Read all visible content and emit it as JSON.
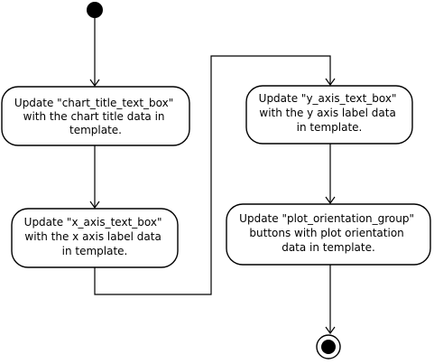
{
  "diagram": {
    "type": "activity",
    "colors": {
      "stroke": "#000000",
      "fill": "#ffffff",
      "text": "#000000"
    },
    "nodes": [
      {
        "id": "start",
        "kind": "initial"
      },
      {
        "id": "chart-title",
        "kind": "action",
        "lines": [
          "Update \"chart_title_text_box\"",
          "with the chart title data in",
          "template."
        ]
      },
      {
        "id": "x-axis",
        "kind": "action",
        "lines": [
          "Update \"x_axis_text_box\"",
          "with the x axis label data",
          "in template."
        ]
      },
      {
        "id": "y-axis",
        "kind": "action",
        "lines": [
          "Update \"y_axis_text_box\"",
          "with the y axis label data",
          "in template."
        ]
      },
      {
        "id": "plot-orientation",
        "kind": "action",
        "lines": [
          "Update \"plot_orientation_group\"",
          "buttons with plot orientation",
          "data in template."
        ]
      },
      {
        "id": "end",
        "kind": "final"
      }
    ],
    "edges": [
      {
        "from": "start",
        "to": "chart-title"
      },
      {
        "from": "chart-title",
        "to": "x-axis"
      },
      {
        "from": "x-axis",
        "to": "y-axis"
      },
      {
        "from": "y-axis",
        "to": "plot-orientation"
      },
      {
        "from": "plot-orientation",
        "to": "end"
      }
    ]
  }
}
